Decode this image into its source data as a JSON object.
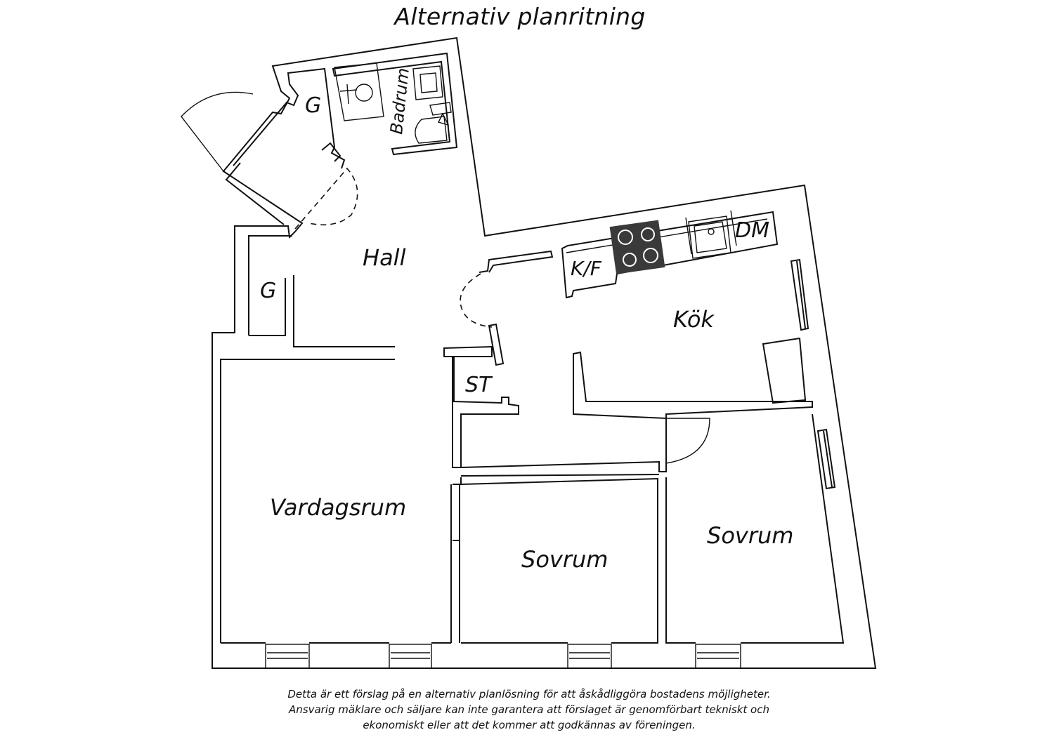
{
  "title": "Alternativ planritning",
  "rooms": {
    "g_top": "G",
    "badrum": "Badrum",
    "hall": "Hall",
    "g_left": "G",
    "kf": "K/F",
    "dm": "DM",
    "kok": "Kök",
    "st": "ST",
    "vardagsrum": "Vardagsrum",
    "sovrum_middle": "Sovrum",
    "sovrum_right": "Sovrum"
  },
  "disclaimer": [
    "Detta är ett förslag på en alternativ planlösning för att åskådliggöra bostadens möjligheter.",
    "Ansvarig mäklare och säljare kan inte garantera att förslaget är genomförbart tekniskt och",
    "ekonomiskt eller att det kommer att godkännas av föreningen."
  ],
  "colors": {
    "line": "#111111",
    "stove": "#3a3a3a",
    "background": "#ffffff"
  }
}
